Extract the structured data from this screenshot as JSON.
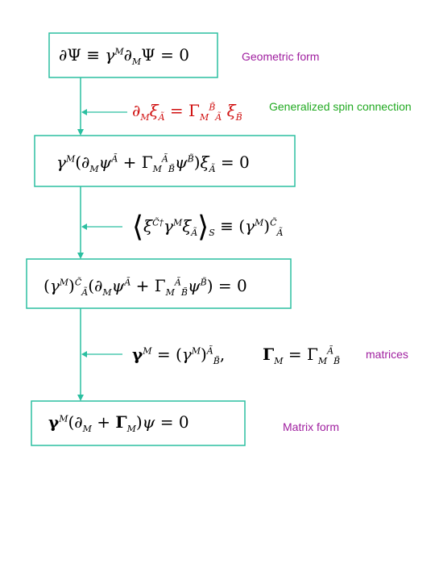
{
  "colors": {
    "box_border": "#2bbfa0",
    "arrow": "#2bbfa0",
    "equation_red": "#d01010",
    "label_purple": "#a020a0",
    "label_green": "#22aa22"
  },
  "labels": {
    "geometric_form": "Geometric form",
    "spin_connection": "Generalized spin connection",
    "matrices": "matrices",
    "matrix_form": "Matrix form"
  }
}
